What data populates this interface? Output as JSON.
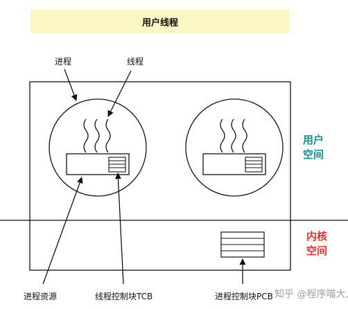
{
  "title": "用户线程",
  "labels": {
    "process": "进程",
    "thread": "线程",
    "process_resources": "进程资源",
    "tcb": "线程控制块TCB",
    "pcb": "进程控制块PCB"
  },
  "regions": {
    "user_space_line1": "用户",
    "user_space_line2": "空间",
    "kernel_space_line1": "内核",
    "kernel_space_line2": "空间"
  },
  "watermark": "知乎 @程序喵大人",
  "colors": {
    "user_space": "#1a8c8c",
    "kernel_space": "#e03030",
    "title_bg": "#fbf7c4",
    "stroke": "#111111"
  }
}
